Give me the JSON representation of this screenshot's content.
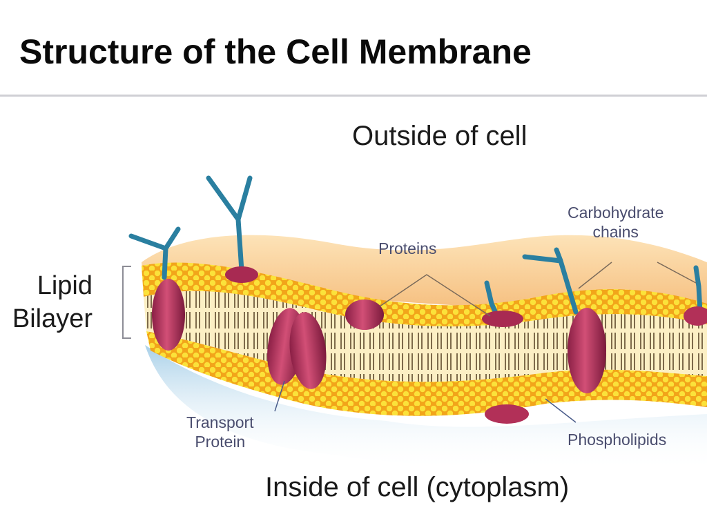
{
  "title": "Structure of the Cell Membrane",
  "regions": {
    "outside": "Outside of cell",
    "inside": "Inside of cell (cytoplasm)"
  },
  "labels": {
    "lipid_bilayer": [
      "Lipid",
      "Bilayer"
    ],
    "proteins": "Proteins",
    "carbohydrate_chains": [
      "Carbohydrate",
      "chains"
    ],
    "transport_protein": [
      "Transport",
      "Protein"
    ],
    "phospholipids": "Phospholipids"
  },
  "colors": {
    "title": "#0a0a0a",
    "label_small": "#4a4d6e",
    "phospholipid_head": "#f5c814",
    "membrane_interior": "#fbe6a8",
    "membrane_top": "#f7c98a",
    "protein": "#b8305a",
    "carbohydrate": "#2a7fa0",
    "cytoplasm_shadow": "#9fcbe6"
  }
}
